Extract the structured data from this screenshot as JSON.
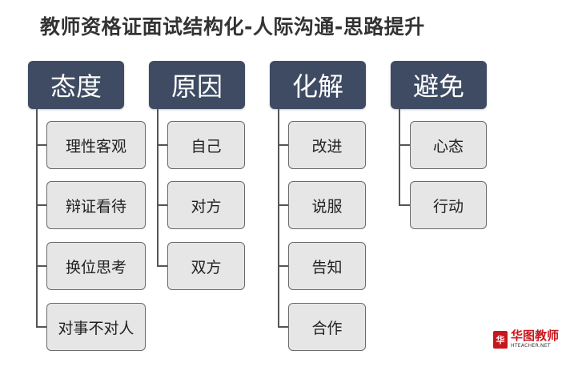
{
  "title": "教师资格证面试结构化-人际沟通-思路提升",
  "columns": [
    {
      "heading": "态度",
      "items": [
        "理性客观",
        "辩证看待",
        "换位思考",
        "对事不对人"
      ]
    },
    {
      "heading": "原因",
      "items": [
        "自己",
        "对方",
        "双方"
      ]
    },
    {
      "heading": "化解",
      "items": [
        "改进",
        "说服",
        "告知",
        "合作"
      ]
    },
    {
      "heading": "避免",
      "items": [
        "心态",
        "行动"
      ]
    }
  ],
  "logo": {
    "mark": "华",
    "name": "华图教师",
    "site": "HTEACHER.NET"
  },
  "colors": {
    "heading_bg": "#3e4b63",
    "item_bg": "#e6e6e6",
    "accent": "#c8161d"
  }
}
